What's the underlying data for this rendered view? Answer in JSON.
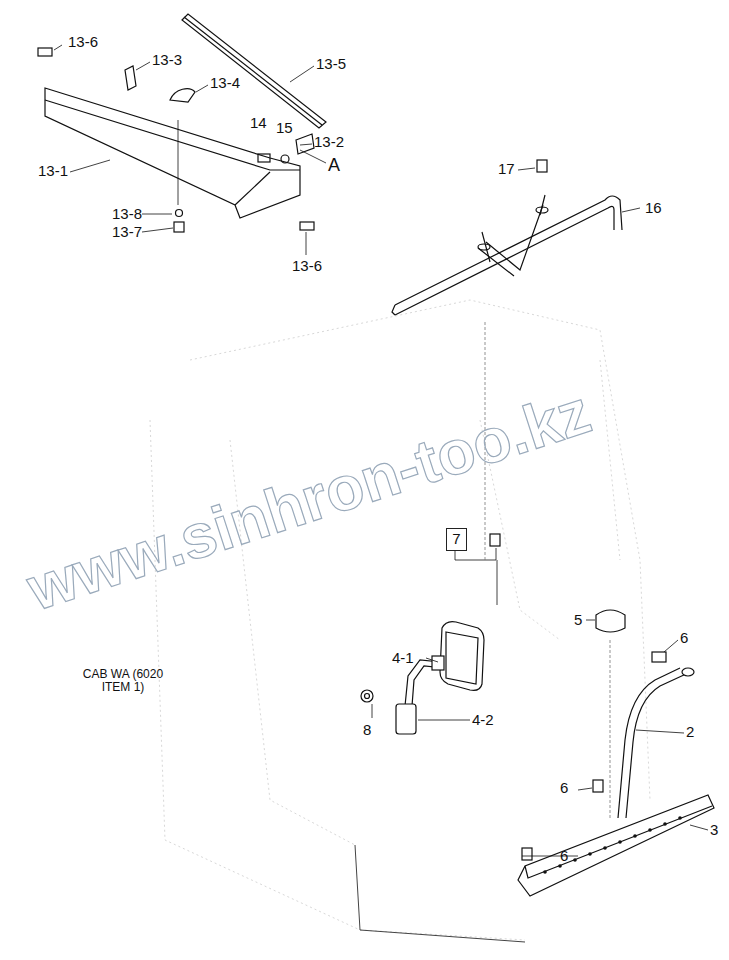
{
  "diagram": {
    "nodes": [
      {
        "text": [
          "7"
        ]
      }
    ],
    "labels": [
      "13-6",
      "13-3",
      "13-5",
      "13-4",
      "14",
      "15",
      "13-2",
      "A",
      "13-1",
      "13-8",
      "13-7",
      "13-6",
      "17",
      "16",
      "5",
      "6",
      "4-1",
      "CAB WA (6020 ITEM 1)",
      "4-2",
      "8",
      "2",
      "6",
      "3",
      "6",
      "www.sinhron-too.kz"
    ]
  }
}
